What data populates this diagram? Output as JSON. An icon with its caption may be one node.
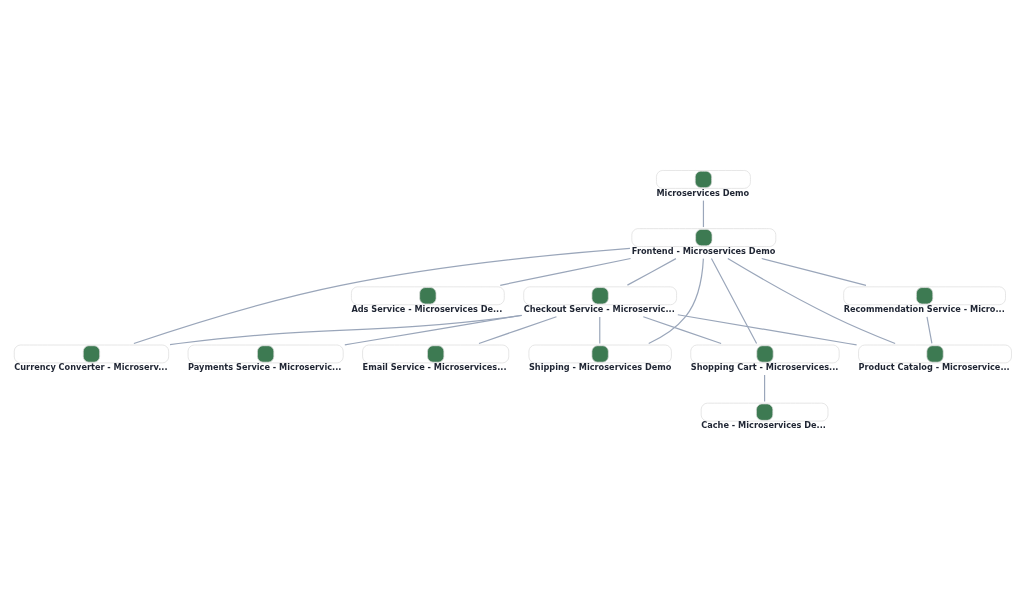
{
  "diagram": {
    "nodes": [
      {
        "text": [
          "Microservices Demo"
        ]
      },
      {
        "text": [
          "Frontend - Microservices Demo"
        ]
      },
      {
        "text": [
          "Checkout Service - Microservic..."
        ]
      },
      {
        "text": [
          "Ads Service - Microservices De..."
        ]
      },
      {
        "text": [
          "Recommendation Service - Micro..."
        ]
      },
      {
        "text": [
          "Payments Service - Microservic..."
        ]
      },
      {
        "text": [
          "Email Service - Microservices..."
        ]
      },
      {
        "text": [
          "Currency Converter - Microserv..."
        ]
      },
      {
        "text": [
          "Shipping - Microservices Demo"
        ]
      },
      {
        "text": [
          "Product Catalog - Microservice..."
        ]
      },
      {
        "text": [
          "Shopping Cart - Microservices..."
        ]
      },
      {
        "text": [
          "Cache - Microservices De..."
        ]
      }
    ],
    "edges": [
      {
        "from": 0,
        "to": 1,
        "arrow": "none"
      },
      {
        "from": 1,
        "to": 3,
        "arrow": "none"
      },
      {
        "from": 1,
        "to": 4,
        "arrow": "none"
      },
      {
        "from": 1,
        "to": 2,
        "arrow": "none"
      },
      {
        "from": 1,
        "to": 9,
        "arrow": "none"
      },
      {
        "from": 1,
        "to": 10,
        "arrow": "none"
      },
      {
        "from": 1,
        "to": 8,
        "arrow": "none"
      },
      {
        "from": 1,
        "to": 7,
        "arrow": "none"
      },
      {
        "from": 2,
        "to": 9,
        "arrow": "none"
      },
      {
        "from": 2,
        "to": 10,
        "arrow": "none"
      },
      {
        "from": 2,
        "to": 8,
        "arrow": "none"
      },
      {
        "from": 2,
        "to": 7,
        "arrow": "none"
      },
      {
        "from": 2,
        "to": 5,
        "arrow": "none"
      },
      {
        "from": 2,
        "to": 6,
        "arrow": "none"
      },
      {
        "from": 4,
        "to": 9,
        "arrow": "none"
      },
      {
        "from": 10,
        "to": 11,
        "arrow": "none"
      }
    ]
  }
}
